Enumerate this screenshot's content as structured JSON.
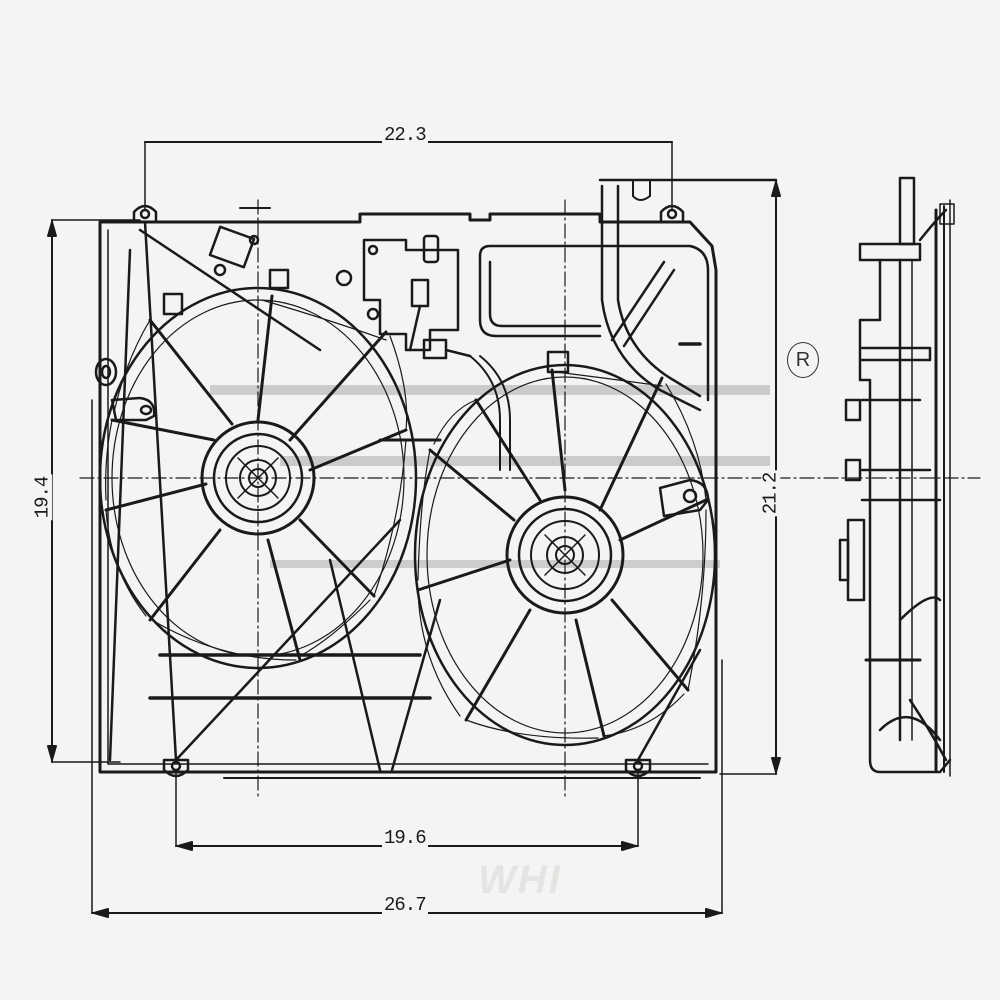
{
  "drawing": {
    "subject": "Dual radiator cooling fan assembly",
    "views": [
      "front-view",
      "side-view"
    ],
    "line_color": "#1a1a1a",
    "background_color": "#f4f4f2"
  },
  "dimensions": {
    "top_mount_spacing": "22.3",
    "bottom_mount_spacing": "19.6",
    "overall_width": "26.7",
    "overall_height_left": "19.4",
    "overall_height_right": "21.2"
  },
  "marks": {
    "registered": "R"
  },
  "watermark": {
    "text": "WHI"
  }
}
